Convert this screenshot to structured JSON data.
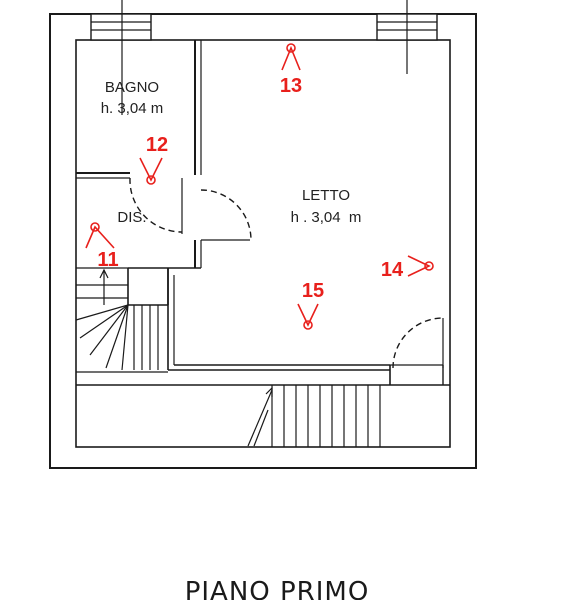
{
  "rooms": {
    "bagno": {
      "name": "BAGNO",
      "height": "h. 3,04 m"
    },
    "letto": {
      "name": "LETTO",
      "height": "h . 3,04  m"
    },
    "dis": {
      "name": "DIS."
    }
  },
  "markers": [
    "13",
    "12",
    "11",
    "15",
    "14"
  ],
  "caption": "PIANO PRIMO",
  "colors": {
    "walls": "#1a1a1a",
    "markers": "#e8201c"
  }
}
